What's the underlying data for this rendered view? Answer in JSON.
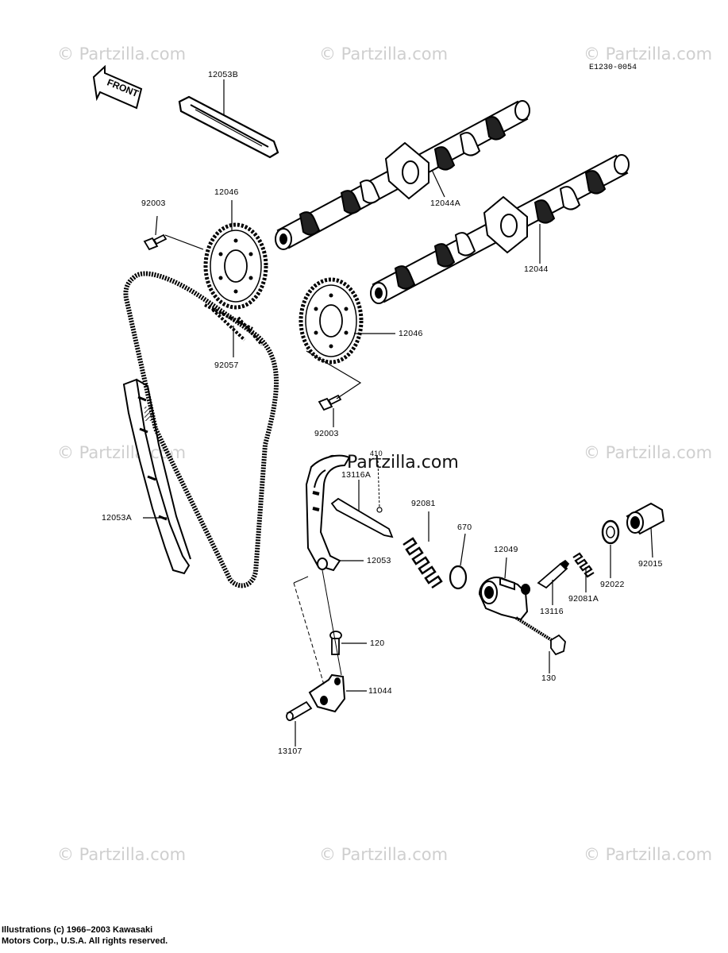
{
  "diagram_code": "E1230-0054",
  "front_arrow_label": "FRONT",
  "watermark_text": "© Partzilla.com",
  "center_watermark_text": "© Partzilla.com",
  "parts": [
    {
      "id": "p1",
      "label": "12053B"
    },
    {
      "id": "p2",
      "label": "92003"
    },
    {
      "id": "p3",
      "label": "12046"
    },
    {
      "id": "p4",
      "label": "12044A"
    },
    {
      "id": "p5",
      "label": "12044"
    },
    {
      "id": "p6",
      "label": "12046"
    },
    {
      "id": "p7",
      "label": "92057"
    },
    {
      "id": "p8",
      "label": "92003"
    },
    {
      "id": "p9",
      "label": "13116A"
    },
    {
      "id": "p10",
      "label": "92081"
    },
    {
      "id": "p11",
      "label": "670"
    },
    {
      "id": "p12",
      "label": "12049"
    },
    {
      "id": "p13",
      "label": "12053A"
    },
    {
      "id": "p14",
      "label": "12053"
    },
    {
      "id": "p15",
      "label": "92015"
    },
    {
      "id": "p16",
      "label": "92022"
    },
    {
      "id": "p17",
      "label": "92081A"
    },
    {
      "id": "p18",
      "label": "13116"
    },
    {
      "id": "p19",
      "label": "120"
    },
    {
      "id": "p20",
      "label": "130"
    },
    {
      "id": "p21",
      "label": "11044"
    },
    {
      "id": "p22",
      "label": "13107"
    },
    {
      "id": "p23",
      "label": "410"
    }
  ],
  "copyright": {
    "line1": "Illustrations (c) 1966–2003 Kawasaki",
    "line2": "Motors Corp., U.S.A.  All rights reserved."
  }
}
